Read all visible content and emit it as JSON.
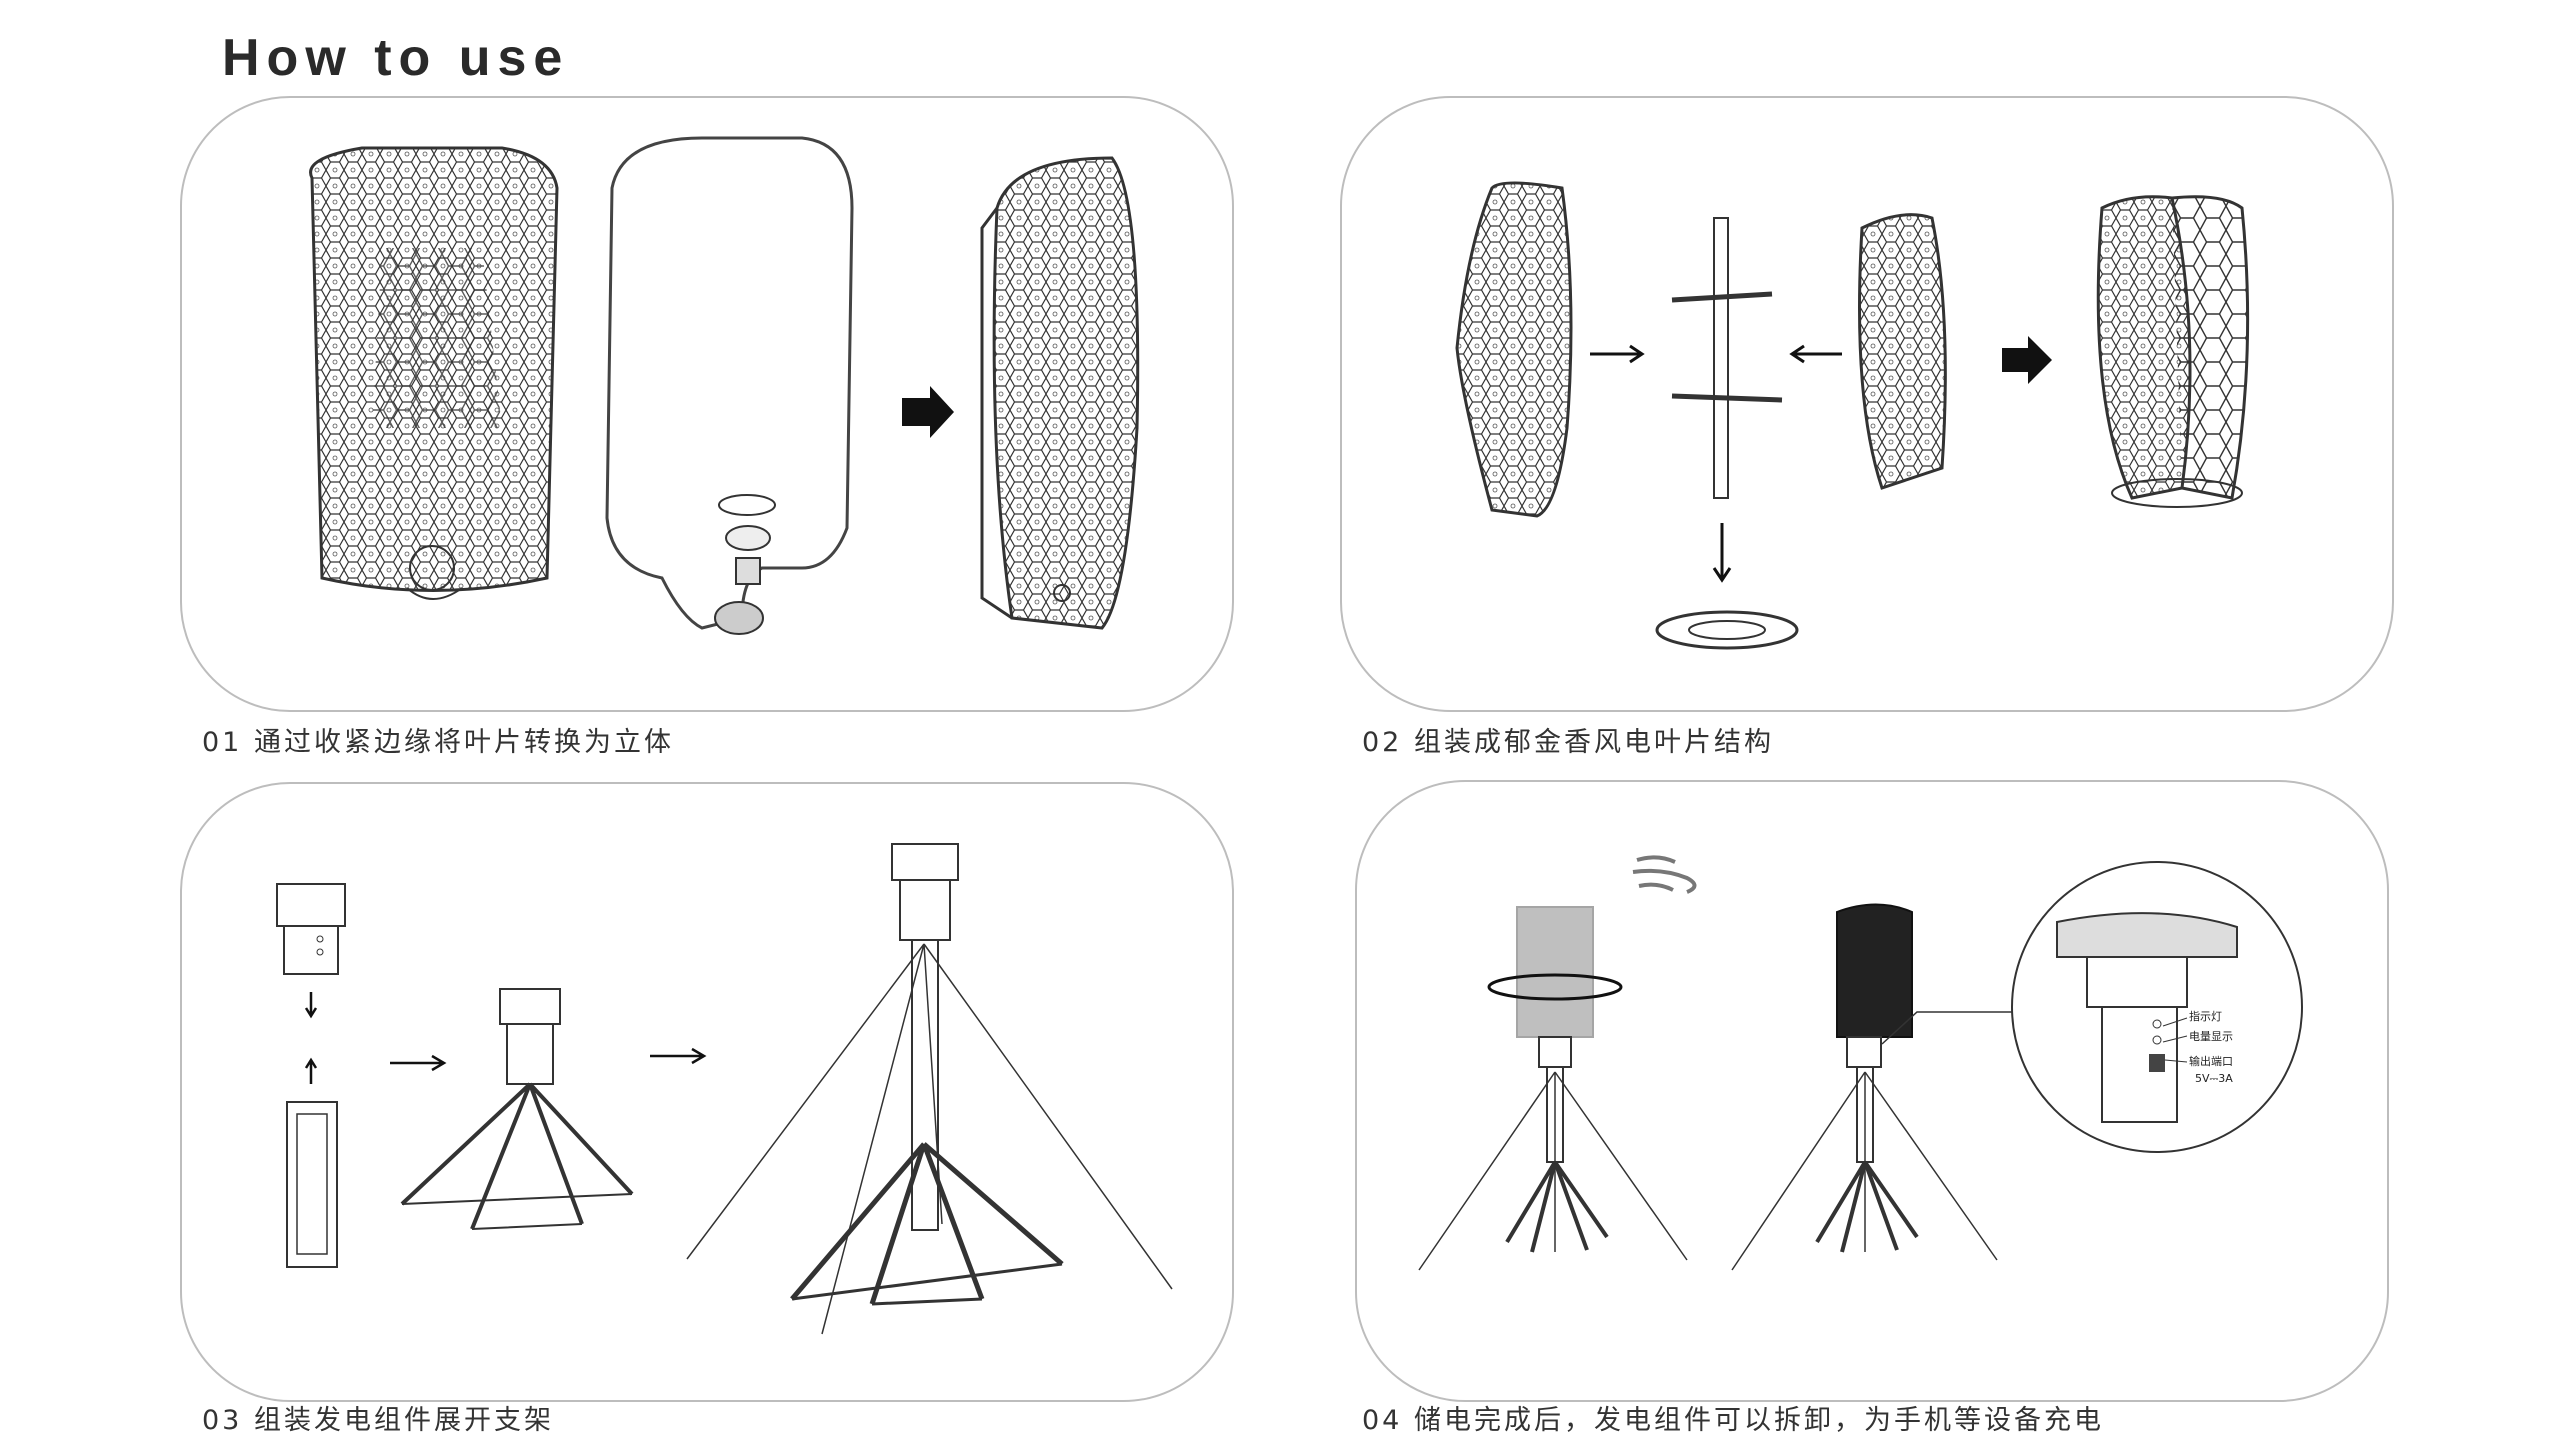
{
  "title": "How to use",
  "steps": [
    {
      "caption": "01 通过收紧边缘将叶片转换为立体"
    },
    {
      "caption": "02 组装成郁金香风电叶片结构"
    },
    {
      "caption": "03 组装发电组件展开支架"
    },
    {
      "caption": "04 储电完成后，发电组件可以拆卸，为手机等设备充电"
    }
  ],
  "callout": {
    "indicator": "指示灯",
    "battery": "电量显示",
    "output": "输出端口",
    "spec": "5V⎓3A"
  }
}
